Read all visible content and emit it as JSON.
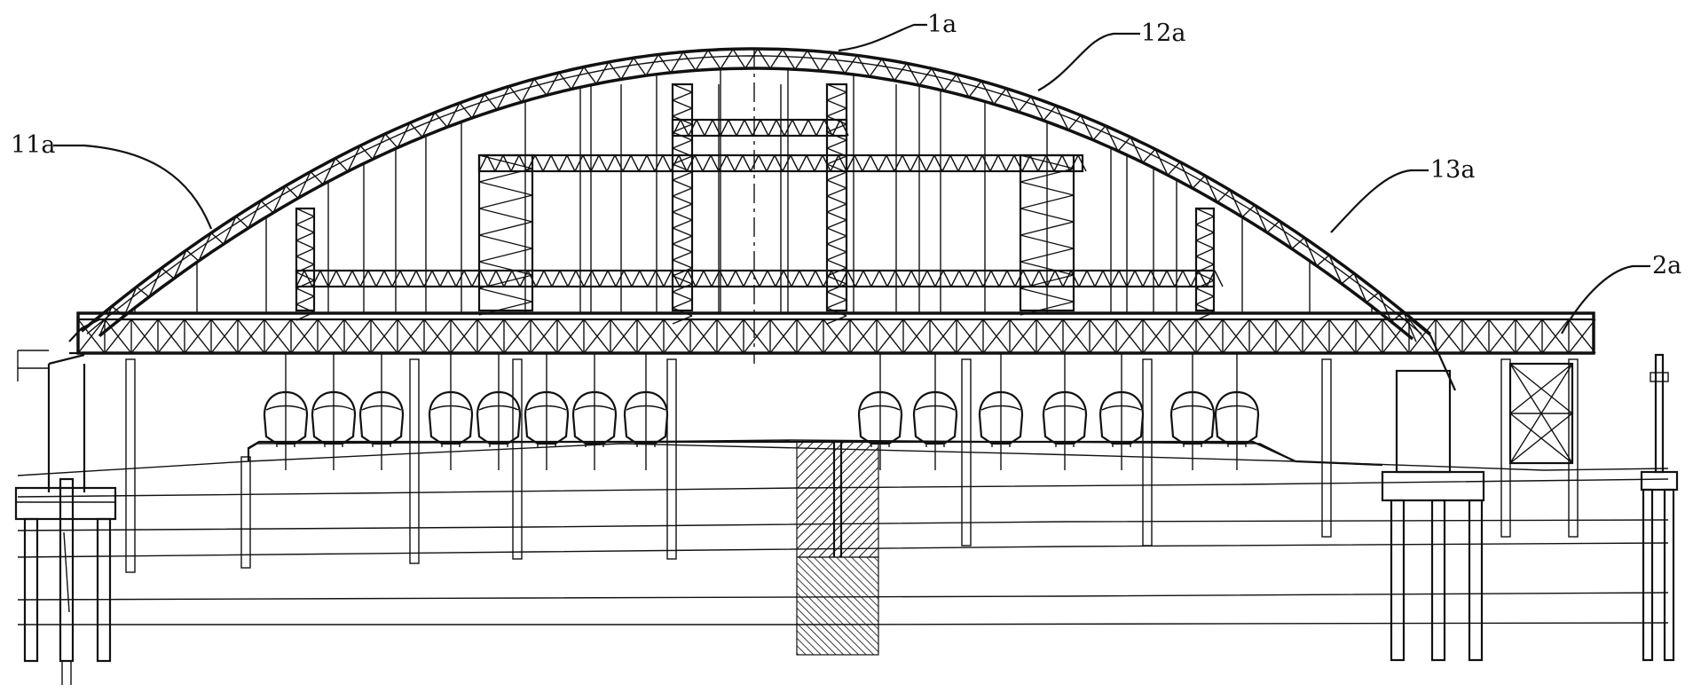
{
  "figure": {
    "labels": {
      "arch": "1a",
      "arch_left_segment": "11a",
      "arch_middle_segment": "12a",
      "arch_right_segment": "13a",
      "support_platform": "2a"
    }
  },
  "colors": {
    "line": "#111111",
    "background": "#ffffff"
  }
}
